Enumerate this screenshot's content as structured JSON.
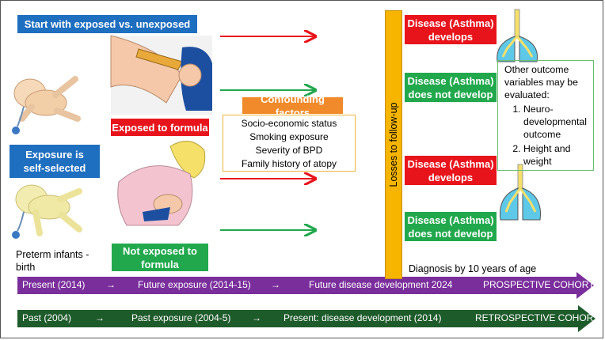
{
  "start_box": "Start with exposed vs. unexposed",
  "exposure_box": "Exposure is self-selected",
  "preterm_label": "Preterm infants - birth",
  "exposed_box": "Exposed to formula",
  "not_exposed_box": "Not exposed to formula",
  "confounding": {
    "title": "Confounding factors",
    "items": [
      "Socio-economic status",
      "Smoking exposure",
      "Severity of BPD",
      "Family history of atopy"
    ]
  },
  "losses_label": "Losses to follow-up",
  "outcomes": {
    "develops_1": "Disease (Asthma) develops",
    "not_develop_1": "Disease (Asthma) does not develop",
    "develops_2": "Disease (Asthma) develops",
    "not_develop_2": "Disease (Asthma) does not develop"
  },
  "other_outcomes": {
    "intro": "Other outcome variables may be evaluated:",
    "items": [
      "Neuro-developmental outcome",
      "Height and weight"
    ]
  },
  "diagnosis_label": "Diagnosis by 10 years of age",
  "prospective": {
    "present": "Present  (2014)",
    "arrow1": "→",
    "future_exposure": "Future exposure  (2014-15)",
    "arrow2": "→",
    "future_disease": "Future disease development  2024",
    "label": "PROSPECTIVE COHORT"
  },
  "retrospective": {
    "past": "Past  (2004)",
    "arrow1": "→",
    "past_exposure": "Past exposure  (2004-5)",
    "arrow2": "→",
    "present_disease": "Present: disease development  (2014)",
    "label": "RETROSPECTIVE COHORT"
  },
  "colors": {
    "blue": "#1f6fc0",
    "red": "#e8141c",
    "green": "#21a84d",
    "orange": "#f08a2a",
    "purple": "#7a2e9c",
    "dark_green": "#1e5b2b",
    "follow_up": "#f7b500"
  }
}
